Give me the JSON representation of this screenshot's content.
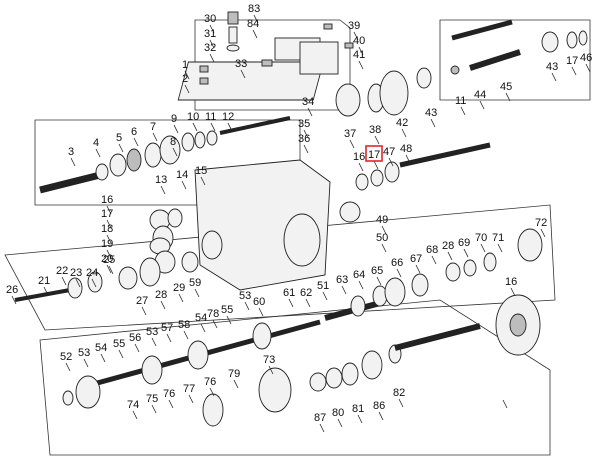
{
  "diagram": {
    "highlight_label": "17",
    "labels": [
      {
        "id": "l30",
        "text": "30"
      },
      {
        "id": "l83",
        "text": "83"
      },
      {
        "id": "l84",
        "text": "84"
      },
      {
        "id": "l39",
        "text": "39"
      },
      {
        "id": "l31",
        "text": "31"
      },
      {
        "id": "l40",
        "text": "40"
      },
      {
        "id": "l32",
        "text": "32"
      },
      {
        "id": "l41",
        "text": "41"
      },
      {
        "id": "l1",
        "text": "1"
      },
      {
        "id": "l33",
        "text": "33"
      },
      {
        "id": "l2",
        "text": "2"
      },
      {
        "id": "l34",
        "text": "34"
      },
      {
        "id": "l11",
        "text": "11"
      },
      {
        "id": "l44",
        "text": "44"
      },
      {
        "id": "l45",
        "text": "45"
      },
      {
        "id": "l43a",
        "text": "43"
      },
      {
        "id": "l17a",
        "text": "17"
      },
      {
        "id": "l46",
        "text": "46"
      },
      {
        "id": "l37",
        "text": "37"
      },
      {
        "id": "l38",
        "text": "38"
      },
      {
        "id": "l42",
        "text": "42"
      },
      {
        "id": "l43b",
        "text": "43"
      },
      {
        "id": "l9",
        "text": "9"
      },
      {
        "id": "l10",
        "text": "10"
      },
      {
        "id": "l11b",
        "text": "11"
      },
      {
        "id": "l12",
        "text": "12"
      },
      {
        "id": "l35",
        "text": "35"
      },
      {
        "id": "l36",
        "text": "36"
      },
      {
        "id": "l7",
        "text": "7"
      },
      {
        "id": "l8",
        "text": "8"
      },
      {
        "id": "l5",
        "text": "5"
      },
      {
        "id": "l6",
        "text": "6"
      },
      {
        "id": "l4",
        "text": "4"
      },
      {
        "id": "l3",
        "text": "3"
      },
      {
        "id": "l16a",
        "text": "16"
      },
      {
        "id": "l17hl",
        "text": "17"
      },
      {
        "id": "l47",
        "text": "47"
      },
      {
        "id": "l48",
        "text": "48"
      },
      {
        "id": "l13",
        "text": "13"
      },
      {
        "id": "l14",
        "text": "14"
      },
      {
        "id": "l15",
        "text": "15"
      },
      {
        "id": "l16b",
        "text": "16"
      },
      {
        "id": "l17b",
        "text": "17"
      },
      {
        "id": "l18",
        "text": "18"
      },
      {
        "id": "l19",
        "text": "19"
      },
      {
        "id": "l20",
        "text": "20"
      },
      {
        "id": "l49",
        "text": "49"
      },
      {
        "id": "l50",
        "text": "50"
      },
      {
        "id": "l72",
        "text": "72"
      },
      {
        "id": "l68",
        "text": "68"
      },
      {
        "id": "l28a",
        "text": "28"
      },
      {
        "id": "l70",
        "text": "70"
      },
      {
        "id": "l71",
        "text": "71"
      },
      {
        "id": "l69",
        "text": "69"
      },
      {
        "id": "l16c",
        "text": "16"
      },
      {
        "id": "l66",
        "text": "66"
      },
      {
        "id": "l67",
        "text": "67"
      },
      {
        "id": "l65",
        "text": "65"
      },
      {
        "id": "l64",
        "text": "64"
      },
      {
        "id": "l63",
        "text": "63"
      },
      {
        "id": "l21",
        "text": "21"
      },
      {
        "id": "l22",
        "text": "22"
      },
      {
        "id": "l23",
        "text": "23"
      },
      {
        "id": "l24",
        "text": "24"
      },
      {
        "id": "l25",
        "text": "25"
      },
      {
        "id": "l26",
        "text": "26"
      },
      {
        "id": "l27",
        "text": "27"
      },
      {
        "id": "l28b",
        "text": "28"
      },
      {
        "id": "l29",
        "text": "29"
      },
      {
        "id": "l59",
        "text": "59"
      },
      {
        "id": "l60",
        "text": "60"
      },
      {
        "id": "l53a",
        "text": "53"
      },
      {
        "id": "l61",
        "text": "61"
      },
      {
        "id": "l62",
        "text": "62"
      },
      {
        "id": "l51",
        "text": "51"
      },
      {
        "id": "l52",
        "text": "52"
      },
      {
        "id": "l53b",
        "text": "53"
      },
      {
        "id": "l54a",
        "text": "54"
      },
      {
        "id": "l55",
        "text": "55"
      },
      {
        "id": "l56",
        "text": "56"
      },
      {
        "id": "l53c",
        "text": "53"
      },
      {
        "id": "l57",
        "text": "57"
      },
      {
        "id": "l58",
        "text": "58"
      },
      {
        "id": "l54b",
        "text": "54"
      },
      {
        "id": "l55b",
        "text": "55"
      },
      {
        "id": "l78",
        "text": "78"
      },
      {
        "id": "l73",
        "text": "73"
      },
      {
        "id": "l74",
        "text": "74"
      },
      {
        "id": "l75",
        "text": "75"
      },
      {
        "id": "l76a",
        "text": "76"
      },
      {
        "id": "l77",
        "text": "77"
      },
      {
        "id": "l76b",
        "text": "76"
      },
      {
        "id": "l79",
        "text": "79"
      },
      {
        "id": "l87",
        "text": "87"
      },
      {
        "id": "l80",
        "text": "80"
      },
      {
        "id": "l81",
        "text": "81"
      },
      {
        "id": "l86",
        "text": "86"
      },
      {
        "id": "l82",
        "text": "82"
      }
    ]
  }
}
